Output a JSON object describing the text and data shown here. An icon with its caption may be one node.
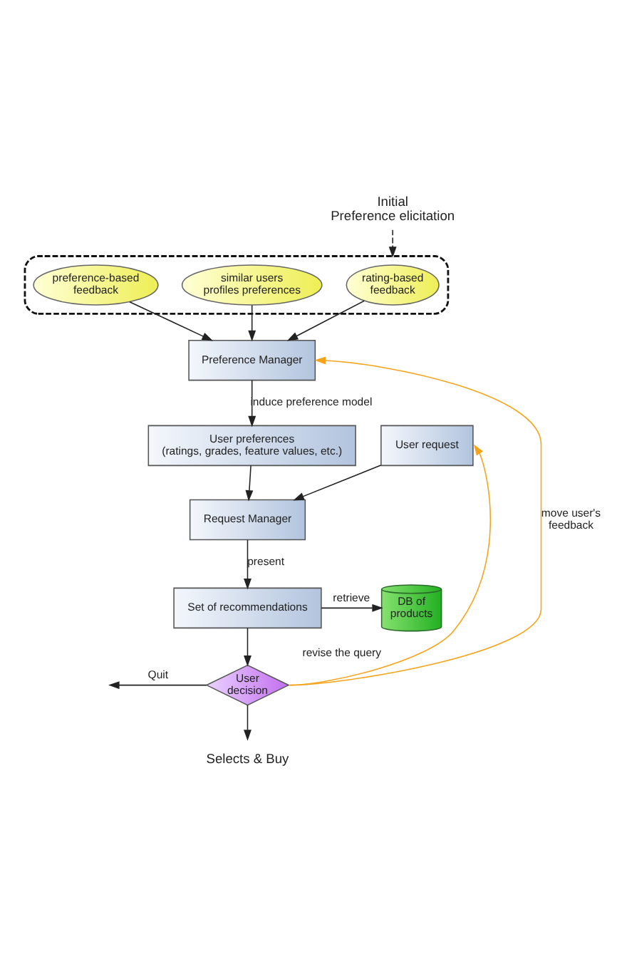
{
  "diagram": {
    "nodes": [
      {
        "text": [
          "Initial Preference elicitation"
        ]
      },
      {
        "text": [],
        "shape": "ellipse"
      },
      {
        "text": [
          "similar users profiles preferences"
        ],
        "in": 1
      },
      {
        "text": [
          "preference-based feedback"
        ],
        "in": 1
      },
      {
        "text": [
          "rating-based feedback"
        ],
        "in": 1
      },
      {
        "text": [
          "Preference Manager"
        ]
      },
      {
        "text": [
          "User preferences (ratings, grades, feature values, etc.)"
        ]
      },
      {
        "text": [
          "User request"
        ]
      },
      {
        "text": [
          "Request Manager"
        ]
      },
      {
        "text": [
          "DB of products"
        ]
      },
      {
        "text": [
          "Set of recommendations"
        ]
      },
      {
        "text": [
          "User decision"
        ]
      },
      {
        "text": [
          "Selects & Buy"
        ]
      }
    ],
    "edges": [
      {
        "from": 0,
        "to": 1,
        "arrow": "to",
        "style": "dashed"
      },
      {
        "from": 3,
        "to": 5,
        "arrow": "to"
      },
      {
        "from": 2,
        "to": 5,
        "arrow": "to"
      },
      {
        "from": 4,
        "to": 5,
        "arrow": "to"
      },
      {
        "from": 5,
        "to": 6,
        "arrow": "to",
        "label": "induce preference model"
      },
      {
        "from": 6,
        "to": 8,
        "arrow": "to"
      },
      {
        "from": 7,
        "to": 8,
        "arrow": "to"
      },
      {
        "from": 8,
        "to": 10,
        "arrow": "to",
        "label": "present"
      },
      {
        "from": 10,
        "to": 9,
        "arrow": "to",
        "label": "retrieve"
      },
      {
        "from": 10,
        "to": 11,
        "arrow": "to"
      },
      {
        "from": 11,
        "to": null,
        "arrow": "to",
        "label": "Quit"
      },
      {
        "from": 11,
        "to": 12,
        "arrow": "to"
      },
      {
        "from": 11,
        "to": 7,
        "arrow": "to",
        "label": "revise the query",
        "color": "#f5a31a"
      },
      {
        "from": 11,
        "to": 5,
        "arrow": "to",
        "label": "move user's feedback",
        "color": "#f5a31a"
      }
    ]
  }
}
